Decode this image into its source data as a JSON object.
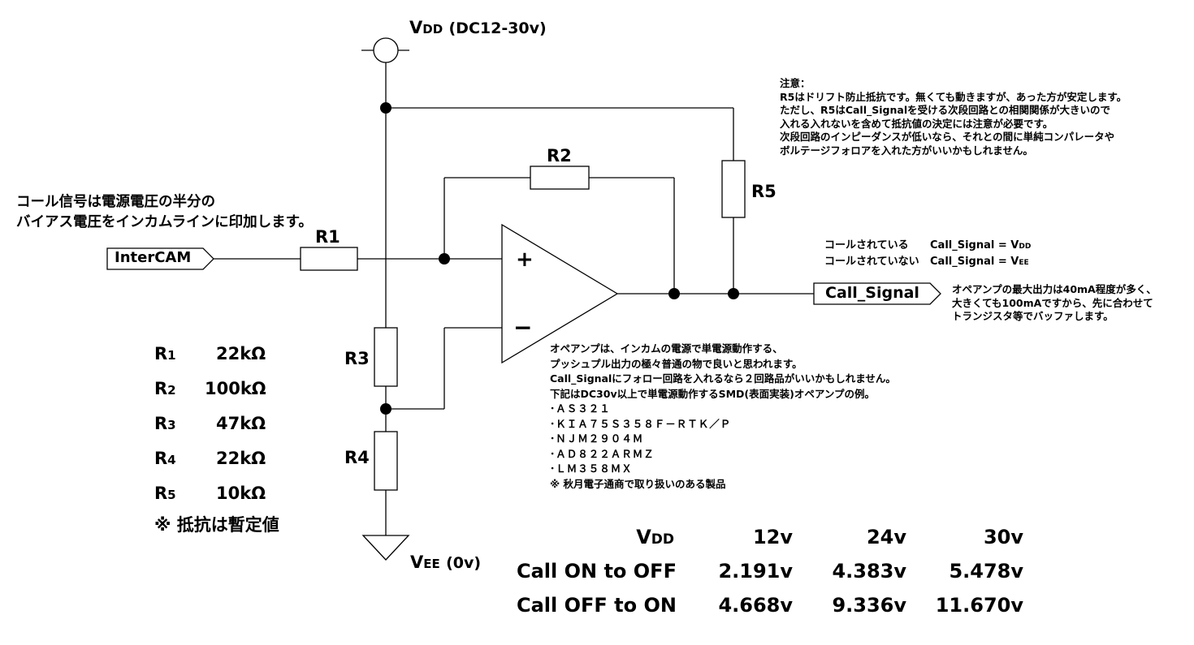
{
  "power": {
    "vdd_main": "V",
    "vdd_sub": "DD",
    "vdd_range": "(DC12-30v)",
    "vee_main": "V",
    "vee_sub": "EE",
    "vee_value": "(0v)"
  },
  "components": {
    "r1": "R1",
    "r2": "R2",
    "r3": "R3",
    "r4": "R4",
    "r5": "R5",
    "plus": "+",
    "minus": "−"
  },
  "ports": {
    "input": "InterCAM",
    "output": "Call_Signal"
  },
  "description": {
    "line1": "コール信号は電源電圧の半分の",
    "line2": "バイアス電圧をインカムラインに印加します。"
  },
  "caution_note": [
    "注意：",
    "R5はドリフト防止抵抗です。無くても動きますが、あった方が安定します。",
    "ただし、R5はCall_Signalを受ける次段回路との相関関係が大きいので",
    "入れる入れないを含めて抵抗値の決定には注意が必要です。",
    "次段回路のインピーダンスが低いなら、それとの間に単純コンパレータや",
    "ボルテージフォロアを入れた方がいいかもしれません。"
  ],
  "signal_states": {
    "called_label": "コールされている",
    "called_value_main": "Call_Signal = V",
    "called_value_sub": "DD",
    "not_called_label": "コールされていない",
    "not_called_value_main": "Call_Signal = V",
    "not_called_value_sub": "EE"
  },
  "output_note": [
    "オペアンプの最大出力は40mA程度が多く、",
    "大きくても100mAですから、先に合わせて",
    "トランジスタ等でバッファします。"
  ],
  "opamp_note": [
    "オペアンプは、インカムの電源で単電源動作する、",
    "プッシュプル出力の極々普通の物で良いと思われます。",
    "Call_Signalにフォロー回路を入れるなら２回路品がいいかもしれません。",
    "下記はDC30v以上で単電源動作するSMD(表面実装)オペアンプの例。",
    "･ＡＳ３２１",
    "･ＫＩＡ７５Ｓ３５８Ｆ－ＲＴＫ／Ｐ",
    "･ＮＪＭ２９０４Ｍ",
    "･ＡＤ８２２ＡＲＭＺ",
    "･ＬＭ３５８ＭＸ",
    "※ 秋月電子通商で取り扱いのある製品"
  ],
  "resistor_values": [
    {
      "name": "R",
      "sub": "1",
      "value": "22kΩ"
    },
    {
      "name": "R",
      "sub": "2",
      "value": "100kΩ"
    },
    {
      "name": "R",
      "sub": "3",
      "value": "47kΩ"
    },
    {
      "name": "R",
      "sub": "4",
      "value": "22kΩ"
    },
    {
      "name": "R",
      "sub": "5",
      "value": "10kΩ"
    }
  ],
  "resistor_footnote": "※ 抵抗は暫定値",
  "threshold_table": {
    "header": [
      "V",
      "12v",
      "24v",
      "30v"
    ],
    "header_sub": "DD",
    "rows": [
      [
        "Call ON to OFF",
        "2.191v",
        "4.383v",
        "5.478v"
      ],
      [
        "Call OFF to ON",
        "4.668v",
        "9.336v",
        "11.670v"
      ]
    ]
  }
}
